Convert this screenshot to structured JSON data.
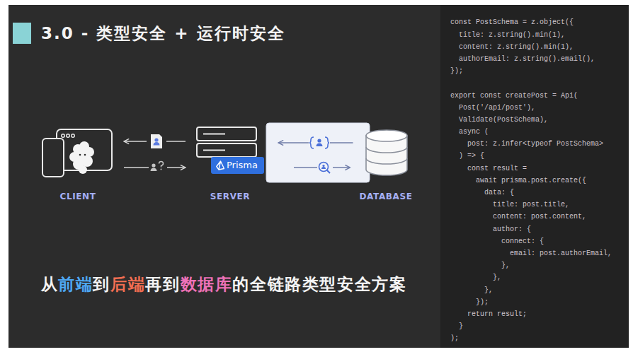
{
  "diagram": {
    "title": "3.0 - 类型安全 + 运行时安全",
    "nodes": [
      {
        "text": [
          "CLIENT"
        ]
      },
      {
        "text": [
          "SERVER"
        ]
      },
      {
        "text": [
          "Prisma"
        ],
        "in": 1
      },
      {
        "text": [
          "DATABASE"
        ]
      }
    ],
    "edges": [
      {
        "from": 1,
        "to": 0,
        "arrow": "to"
      },
      {
        "from": 0,
        "to": 1,
        "arrow": "to"
      },
      {
        "from": 3,
        "to": 1,
        "arrow": "to"
      },
      {
        "from": 1,
        "to": 3,
        "arrow": "to"
      }
    ],
    "labels": [
      "从",
      "前端",
      "到",
      "后端",
      "再到",
      "数据库",
      "的全链路类型安全方案",
      "const PostSchema = z.object({",
      "title: z.string().min(1),",
      "content: z.string().min(1),",
      "authorEmail: z.string().email(),",
      "});",
      "export const createPost = Api(",
      "Post('/api/post'),",
      "Validate(PostSchema),",
      "async (",
      "post: z.infer<typeof PostSchema>",
      ") => {",
      "const result =",
      "await prisma.post.create({",
      "data: {",
      "title: post.title,",
      "content: post.content,",
      "author: {",
      "connect: {",
      "email: post.authorEmail,",
      "},",
      "},",
      "},",
      "});",
      "return result;",
      "}",
      ");"
    ]
  }
}
